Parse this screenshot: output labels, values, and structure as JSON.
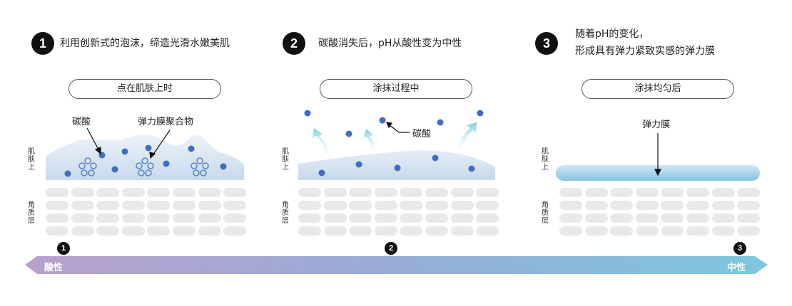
{
  "steps": [
    {
      "number": "1",
      "title": "利用创新式的泡沫，缔造光滑水嫩美肌",
      "state": "点在肌肤上时"
    },
    {
      "number": "2",
      "title": "碳酸消失后，pH从酸性变为中性",
      "state": "涂抹过程中"
    },
    {
      "number": "3",
      "title_line1": "随着pH的变化，",
      "title_line2": "形成具有弹力紧致实感的弹力膜",
      "state": "涂抹均匀后"
    }
  ],
  "labels": {
    "skin_surface": "肌肤上",
    "stratum": "角质层",
    "carbonic_acid": "碳酸",
    "elastic_polymer": "弹力膜聚合物",
    "elastic_film": "弹力膜"
  },
  "timeline": {
    "left_label": "酸性",
    "right_label": "中性",
    "markers": [
      "1",
      "2",
      "3"
    ]
  },
  "colors": {
    "bubble": "#3c6fc4",
    "foam": "#dbe7f3",
    "film": "#8cc8e6",
    "gradient_start": "#b9a0cd",
    "gradient_end": "#7ec6de"
  }
}
